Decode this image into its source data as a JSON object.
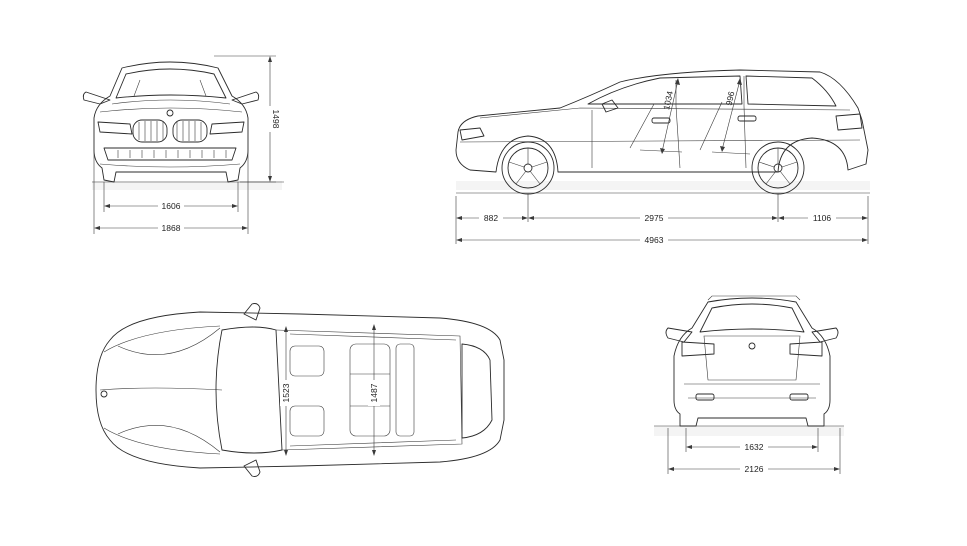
{
  "dimensions": {
    "front_track": "1606",
    "front_width": "1868",
    "height": "1498",
    "front_overhang": "882",
    "wheelbase": "2975",
    "rear_overhang": "1106",
    "length": "4963",
    "front_headroom": "1034",
    "rear_headroom": "996",
    "front_shoulder": "1523",
    "rear_shoulder": "1487",
    "rear_track": "1632",
    "mirror_width": "2126"
  }
}
